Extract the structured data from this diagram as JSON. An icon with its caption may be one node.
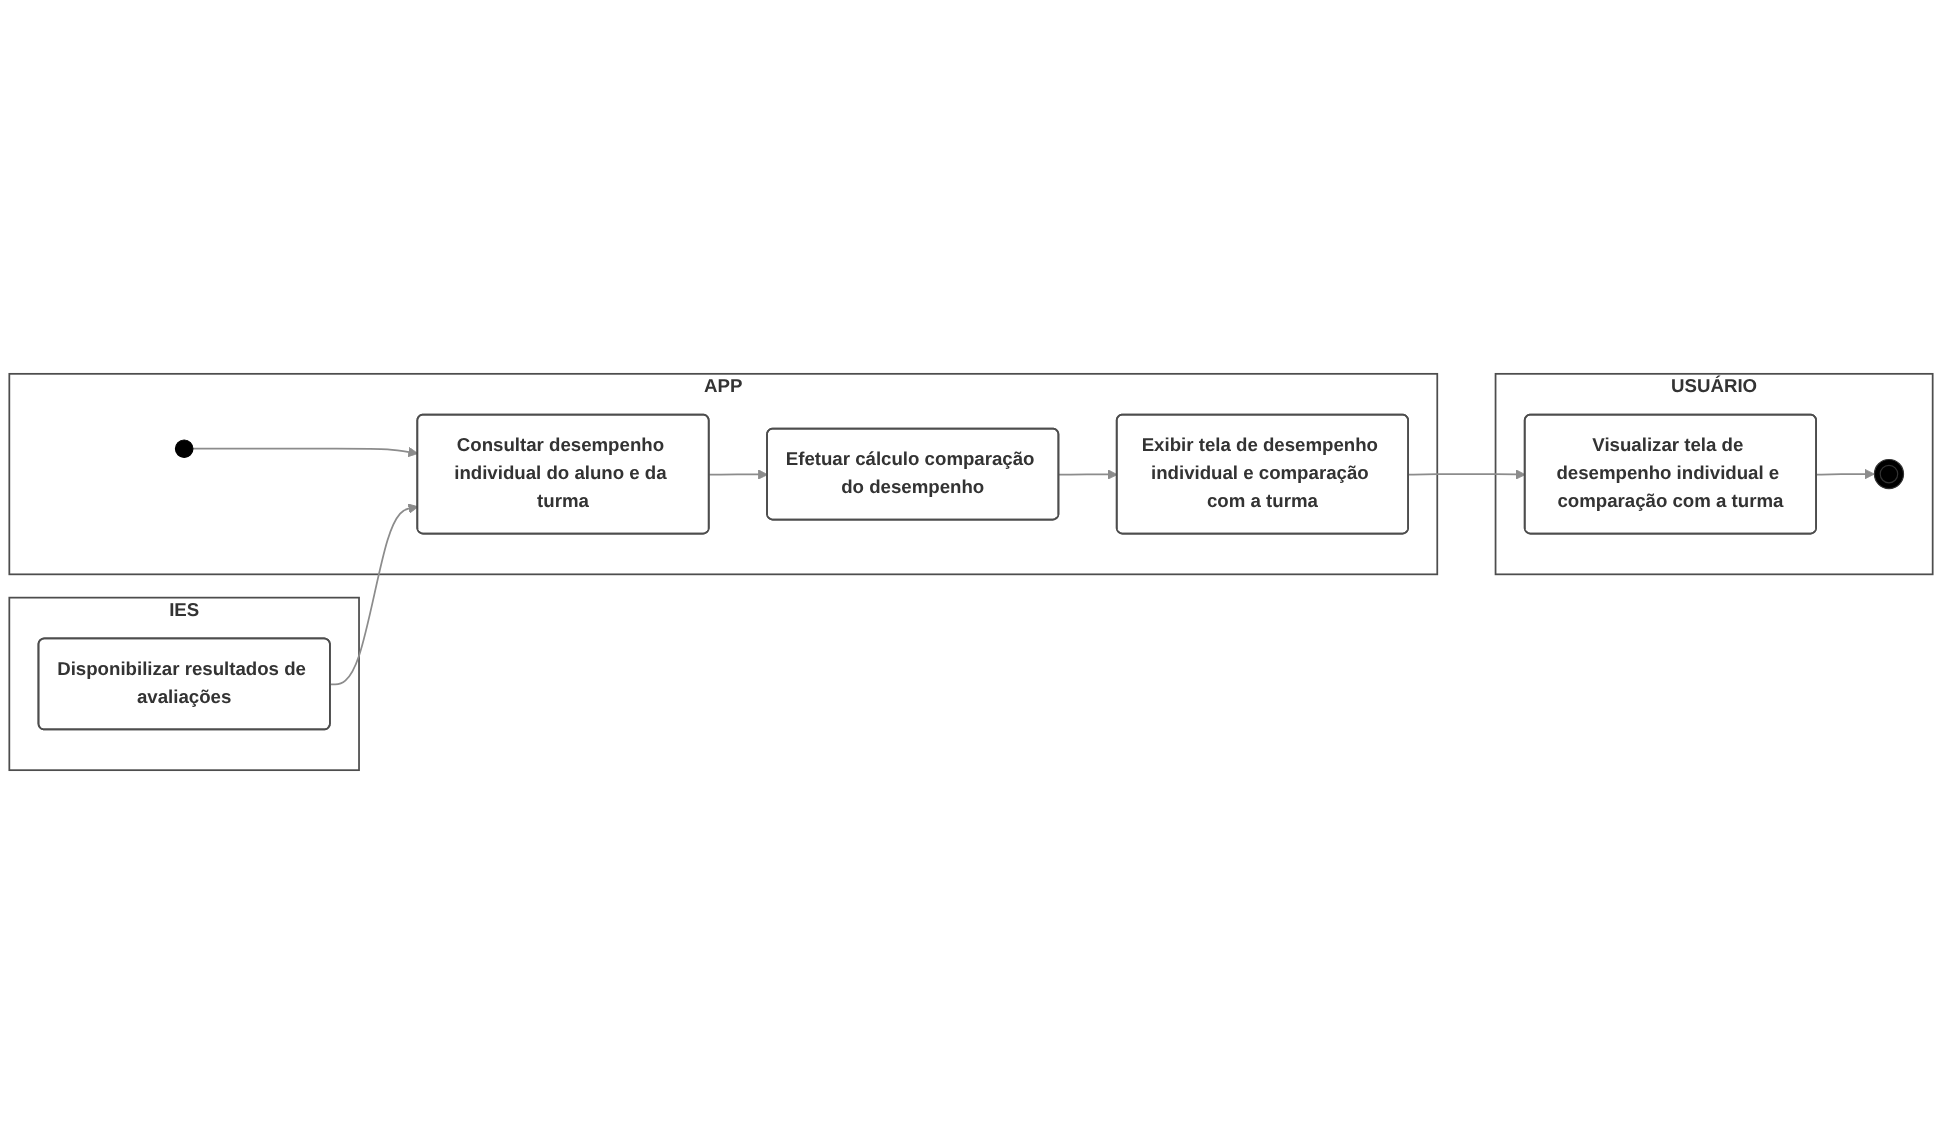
{
  "diagram": {
    "nodes": [
      {
        "text": [
          "USUÁRIO"
        ]
      },
      {
        "text": [
          "APP"
        ]
      },
      {
        "text": [
          "IES"
        ]
      },
      {
        "text": [],
        "shape": "circle",
        "in": 1
      },
      {
        "text": [
          "Consultar desempenho individual do aluno e da turma"
        ],
        "in": 1
      },
      {
        "text": [
          "Disponibilizar resultados de avaliações"
        ],
        "in": 2
      },
      {
        "text": [
          "Efetuar cálculo comparação do desempenho"
        ],
        "in": 1
      },
      {
        "text": [
          "Visualizar tela de desempenho individual e comparação com a turma"
        ],
        "in": 0
      },
      {
        "text": [
          "Exibir tela de desempenho individual e comparação com a turma"
        ],
        "in": 1
      },
      {
        "text": [],
        "shape": "circle",
        "in": 0
      }
    ],
    "edges": [
      {
        "from": 3,
        "to": 4,
        "arrow": "to"
      },
      {
        "from": 5,
        "to": 4,
        "arrow": "to"
      },
      {
        "from": 4,
        "to": 6,
        "arrow": "to"
      },
      {
        "from": 6,
        "to": 8,
        "arrow": "to"
      },
      {
        "from": 8,
        "to": 7,
        "arrow": "to"
      },
      {
        "from": 7,
        "to": 9,
        "arrow": "to"
      }
    ]
  }
}
